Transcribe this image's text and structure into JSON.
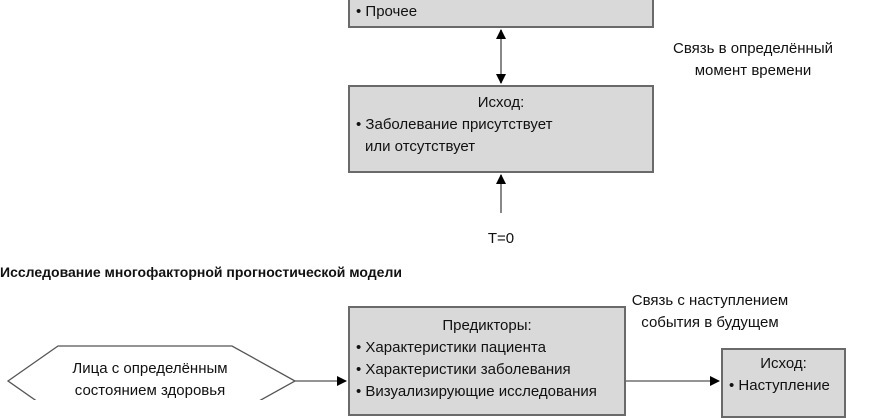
{
  "top_diagram": {
    "predictors_box": {
      "items": [
        "Прочее"
      ]
    },
    "outcome_box": {
      "title": "Исход:",
      "items": [
        "Заболевание присутствует"
      ],
      "continuation": "или отсутствует"
    },
    "relation_note": [
      "Связь в определённый",
      "момент времени"
    ],
    "time_label": "T=0"
  },
  "bottom_diagram": {
    "section_title": "Исследование многофакторной прогностической модели",
    "population": [
      "Лица с определённым",
      "состоянием здоровья"
    ],
    "predictors_box": {
      "title": "Предикторы:",
      "items": [
        "Характеристики пациента",
        "Характеристики заболевания",
        "Визуализирующие исследования"
      ]
    },
    "relation_note": [
      "Связь с наступлением",
      "события в будущем"
    ],
    "outcome_box": {
      "title": "Исход:",
      "items": [
        "Наступление"
      ]
    }
  },
  "colors": {
    "box_fill": "#d9d9d9",
    "box_border": "#6a6a6a",
    "connector": "#888888",
    "arrowhead": "#000000"
  }
}
